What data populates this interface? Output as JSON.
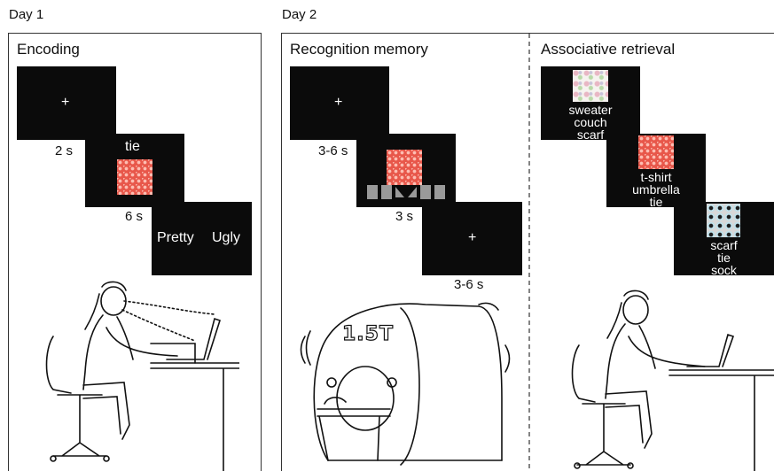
{
  "day1_label": "Day 1",
  "day2_label": "Day 2",
  "encoding": {
    "title": "Encoding",
    "fixation": "+",
    "dur_fixation": "2 s",
    "word": "tie",
    "dur_item": "6 s",
    "rating_left": "Pretty",
    "rating_right": "Ugly"
  },
  "recognition": {
    "title": "Recognition memory",
    "fixation": "+",
    "dur_fixation": "3-6 s",
    "dur_item": "3 s",
    "dur_end": "3-6 s",
    "scanner_label": "1.5T"
  },
  "associative": {
    "title": "Associative retrieval",
    "trials": [
      {
        "line1": "sweater",
        "line2": "couch",
        "line3": "scarf",
        "pattern": "floral"
      },
      {
        "line1": "t-shirt",
        "line2": "umbrella",
        "line3": "tie",
        "pattern": "red-diamond"
      },
      {
        "line1": "scarf",
        "line2": "tie",
        "line3": "sock",
        "pattern": "circles"
      }
    ]
  }
}
